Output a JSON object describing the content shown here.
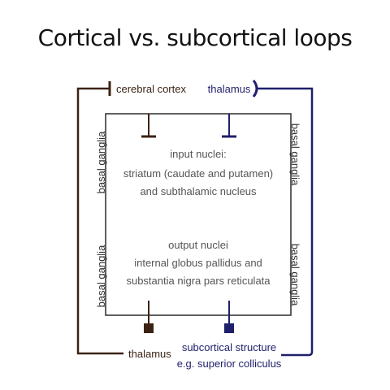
{
  "title": "Cortical vs. subcortical loops",
  "labels": {
    "cerebral_cortex": "cerebral cortex",
    "thalamus_top": "thalamus",
    "thalamus_bottom": "thalamus",
    "subcortical_structure": "subcortical structure",
    "superior_colliculus": "e.g. superior colliculus",
    "basal_ganglia": "basal ganglia"
  },
  "input_nuclei": {
    "heading": "input nuclei:",
    "line1": "striatum (caudate and putamen)",
    "line2": "and subthalamic nucleus"
  },
  "output_nuclei": {
    "heading": "output nuclei",
    "line1": "internal globus pallidus and",
    "line2": "substantia nigra pars reticulata"
  },
  "colors": {
    "cortical_loop": "#3b2314",
    "subcortical_loop": "#1f1f6b",
    "box": "#2b2b2b",
    "text": "#555555"
  }
}
